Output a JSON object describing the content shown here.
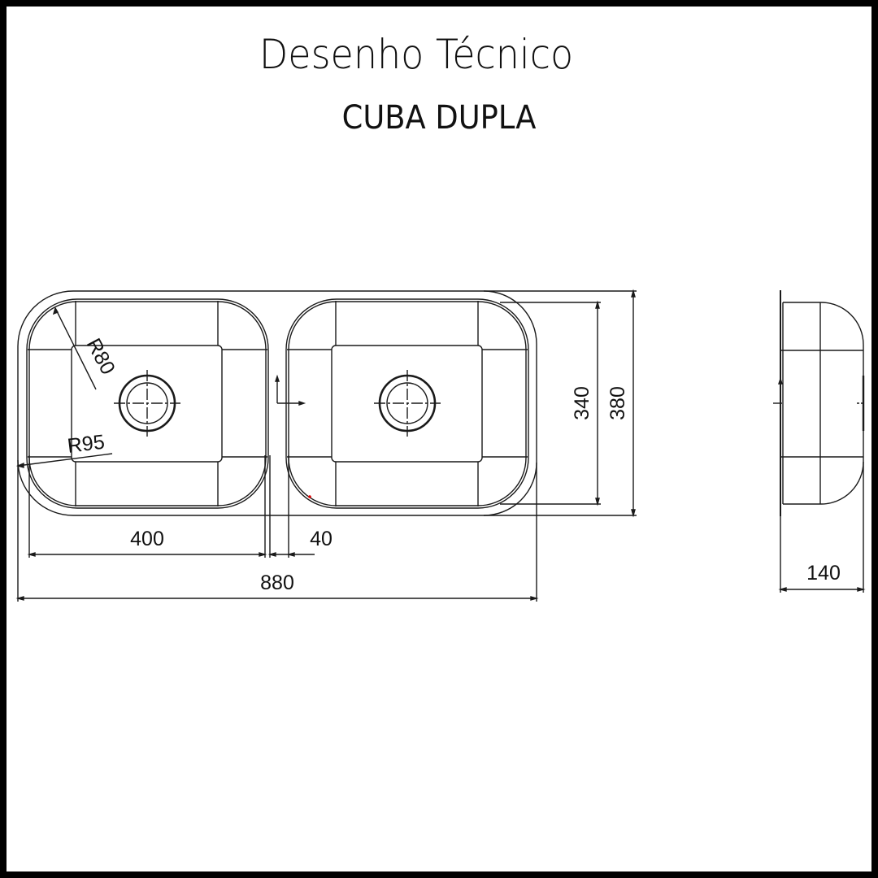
{
  "header": {
    "title": "Desenho Técnico",
    "subtitle": "CUBA DUPLA"
  },
  "drawing": {
    "top_view": {
      "radius_labels": {
        "inner_corner": "R80",
        "outer_corner": "R95"
      },
      "bowls": [
        {
          "name": "left-bowl",
          "drain": "center-drain"
        },
        {
          "name": "right-bowl",
          "drain": "center-drain"
        }
      ]
    },
    "dimensions": {
      "bowl_width": "400",
      "divider_width": "40",
      "total_width": "880",
      "bowl_depth": "340",
      "total_depth": "380",
      "height": "140"
    }
  },
  "colors": {
    "border": "#000000",
    "background": "#ffffff",
    "line": "#1a1a1a",
    "marker": "#e00000"
  }
}
